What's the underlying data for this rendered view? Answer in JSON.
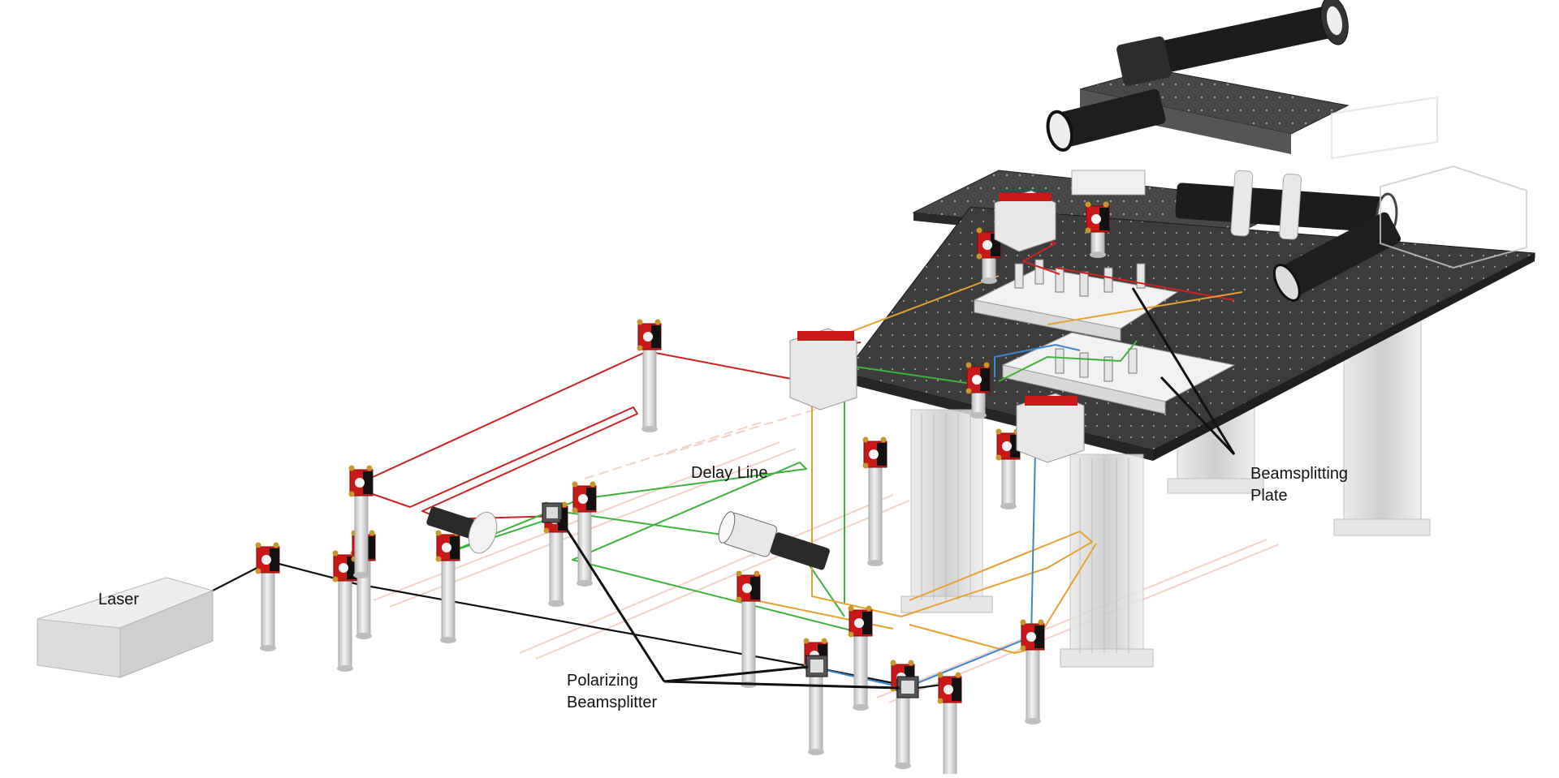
{
  "labels": {
    "laser": "Laser",
    "delay_line": "Delay Line",
    "beamsplitting_plate_line1": "Beamsplitting",
    "beamsplitting_plate_line2": "Plate",
    "polarizing_bs_line1": "Polarizing",
    "polarizing_bs_line2": "Beamsplitter"
  },
  "colors": {
    "beam_red": "#cc2222",
    "beam_green": "#3db33d",
    "beam_orange": "#e8a030",
    "beam_blue": "#3a86d0",
    "beam_black": "#111111",
    "mount_red": "#c81818",
    "table_dark": "#3a3a3a",
    "post_grey": "#d8d8d8",
    "brass": "#c8962a"
  }
}
